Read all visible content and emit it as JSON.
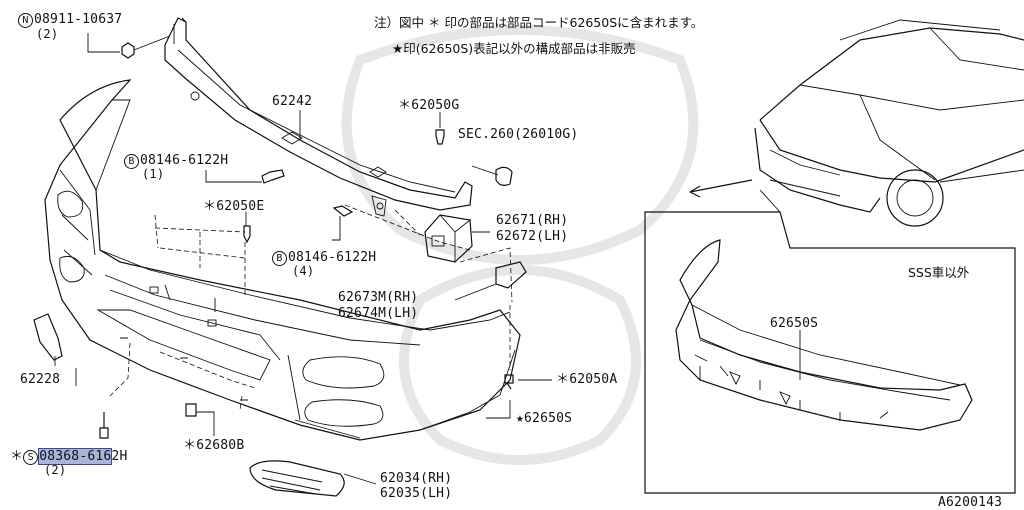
{
  "notes": {
    "line1": "注）図中 ＊ 印の部品は部品コード62650Sに含まれます。",
    "line2": "★印(62650S)表記以外の構成部品は非販売"
  },
  "labels": {
    "nut_code": "08911-10637",
    "nut_qty": "(2)",
    "nut_prefix": "N",
    "reinforcement": "62242",
    "bolt_b1_prefix": "B",
    "bolt_b1_code": "08146-6122H",
    "bolt_b1_qty": "(1)",
    "clip_62050g": "＊62050G",
    "sec260": "SEC.260(26010G)",
    "clip_62050e": "＊62050E",
    "bolt_b2_prefix": "B",
    "bolt_b2_code": "08146-6122H",
    "bolt_b2_qty": "(4)",
    "bracket_rh": "62671(RH)",
    "bracket_lh": "62672(LH)",
    "stay_rh": "62673M(RH)",
    "stay_lh": "62674M(LH)",
    "cover": "62228",
    "clip_62050a": "＊62050A",
    "bumper_star": "★62650S",
    "screw_prefix_star": "＊",
    "screw_prefix": "S",
    "screw_code_hl": "08368-616",
    "screw_code_rest": "2H",
    "screw_qty": "(2)",
    "clip_62680b": "＊62680B",
    "grille_rh": "62034(RH)",
    "grille_lh": "62035(LH)",
    "inset_title": "SSS車以外",
    "inset_part": "62650S",
    "diagram_id": "A6200143"
  },
  "colors": {
    "highlight": "#a9b6dc",
    "line": "#111111",
    "watermark": "#e6e6e6"
  }
}
